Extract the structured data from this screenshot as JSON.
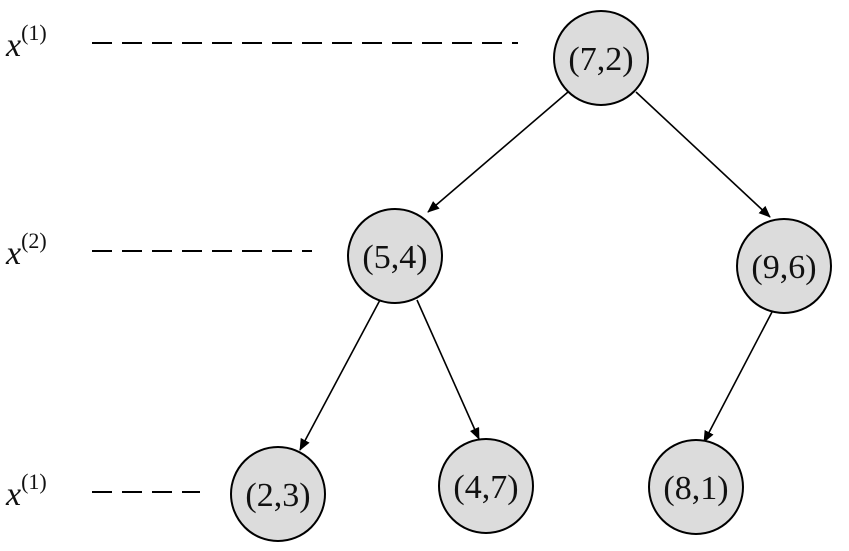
{
  "levels": [
    {
      "variable": "x",
      "superscript": "(1)"
    },
    {
      "variable": "x",
      "superscript": "(2)"
    },
    {
      "variable": "x",
      "superscript": "(1)"
    }
  ],
  "nodes": [
    {
      "id": "n72",
      "label": "(7,2)"
    },
    {
      "id": "n54",
      "label": "(5,4)"
    },
    {
      "id": "n96",
      "label": "(9,6)"
    },
    {
      "id": "n23",
      "label": "(2,3)"
    },
    {
      "id": "n47",
      "label": "(4,7)"
    },
    {
      "id": "n81",
      "label": "(8,1)"
    }
  ],
  "edges": [
    {
      "from": "n72",
      "to": "n54"
    },
    {
      "from": "n72",
      "to": "n96"
    },
    {
      "from": "n54",
      "to": "n23"
    },
    {
      "from": "n54",
      "to": "n47"
    },
    {
      "from": "n96",
      "to": "n81"
    }
  ],
  "colors": {
    "node_fill": "#dcdcdc",
    "stroke": "#000000"
  }
}
